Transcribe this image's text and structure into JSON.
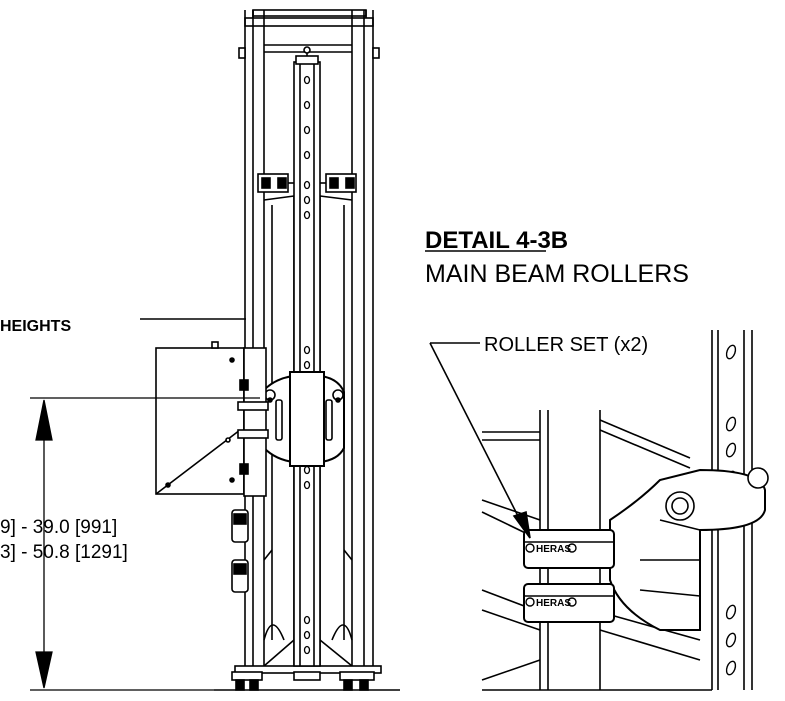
{
  "detail": {
    "title": "DETAIL 4-3B",
    "subtitle": "MAIN BEAM ROLLERS",
    "callout": "ROLLER SET (x2)",
    "brand_mark": "HERAS"
  },
  "heights": {
    "title_fragment": "HEIGHTS",
    "range_1": "9] - 39.0 [991]",
    "range_2": "3] - 50.8 [1291]"
  },
  "colors": {
    "line": "#000000",
    "background": "#ffffff"
  }
}
